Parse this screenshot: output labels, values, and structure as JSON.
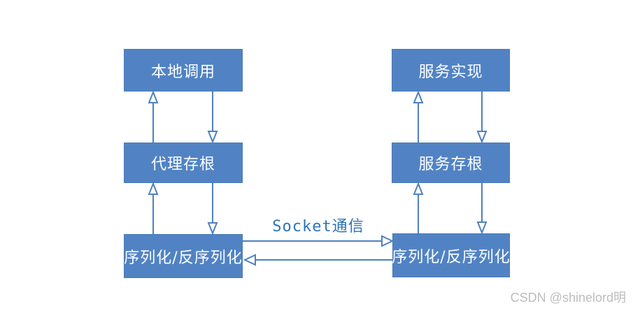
{
  "diagram": {
    "nodes": {
      "local_call": "本地调用",
      "proxy_stub": "代理存根",
      "client_serialization": "序列化/反序列化",
      "service_impl": "服务实现",
      "service_stub": "服务存根",
      "server_serialization": "序列化/反序列化"
    },
    "connection_label": "Socket通信",
    "colors": {
      "node_fill": "#5183c4",
      "node_border": "#4a7ab5",
      "arrow": "#4f81bd",
      "connection_label_text": "#2e74b5",
      "watermark_text": "#bdbdbd"
    }
  },
  "watermark": "CSDN @shinelord明"
}
